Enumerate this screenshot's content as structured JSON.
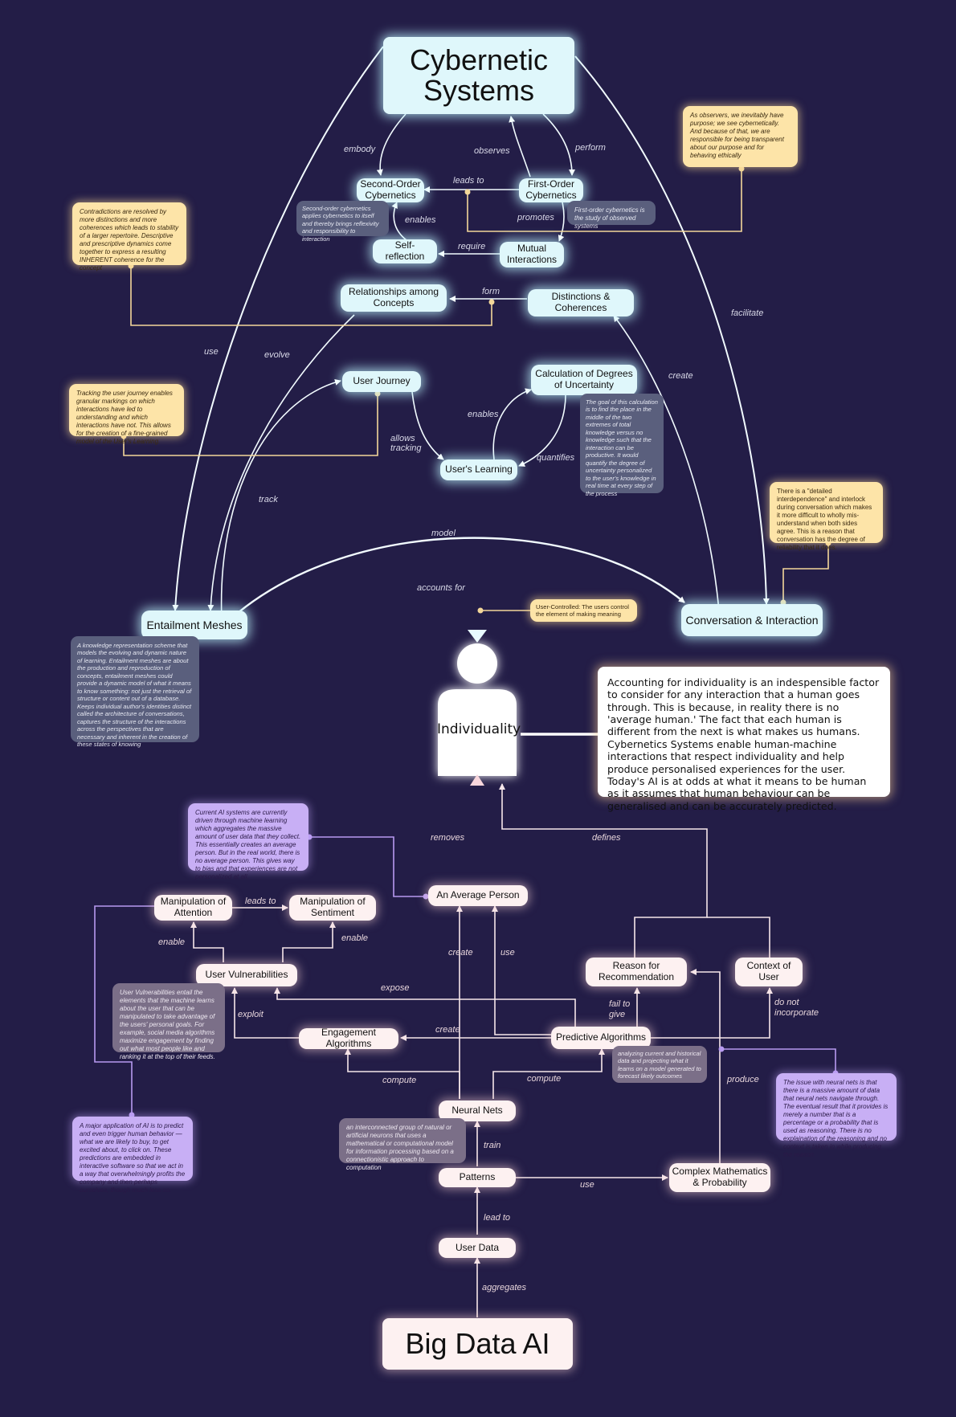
{
  "nodes": {
    "cybernetic_systems": "Cybernetic\nSystems",
    "second_order": "Second-Order\nCybernetics",
    "first_order": "First-Order\nCybernetics",
    "self_reflection": "Self-\nreflection",
    "mutual_interactions": "Mutual\nInteractions",
    "relationships": "Relationships among\nConcepts",
    "distinctions": "Distinctions &\nCoherences",
    "user_journey": "User Journey",
    "calculation": "Calculation of Degrees\nof Uncertainty",
    "users_learning": "User's Learning",
    "entailment_meshes": "Entailment Meshes",
    "conversation": "Conversation & Interaction",
    "individuality": "Individuality",
    "average_person": "An Average Person",
    "manip_attention": "Manipulation of\nAttention",
    "manip_sentiment": "Manipulation of\nSentiment",
    "user_vulnerabilities": "User Vulnerabilities",
    "reason_recommendation": "Reason for\nRecommendation",
    "context_user": "Context of\nUser",
    "engagement_algorithms": "Engagement Algorithms",
    "predictive_algorithms": "Predictive Algorithms",
    "neural_nets": "Neural Nets",
    "patterns": "Patterns",
    "complex_math": "Complex Mathematics\n& Probability",
    "user_data": "User Data",
    "big_data_ai": "Big Data AI"
  },
  "edge_labels": {
    "embody": "embody",
    "observes": "observes",
    "perform": "perform",
    "leads_to_top": "leads to",
    "promotes": "promotes",
    "enables_top": "enables",
    "require": "require",
    "form": "form",
    "facilitate": "facilitate",
    "use_top": "use",
    "evolve": "evolve",
    "create_top": "create",
    "enables_mid": "enables",
    "allows_tracking": "allows\ntracking",
    "quantifies": "quantifies",
    "track": "track",
    "model": "model",
    "accounts_for": "accounts for",
    "removes": "removes",
    "defines": "defines",
    "leads_to_bottom": "leads to",
    "enable_left": "enable",
    "enable_right": "enable",
    "create_mid": "create",
    "use_mid": "use",
    "expose": "expose",
    "exploit": "exploit",
    "create_bottom": "create",
    "fail_to_give": "fail to\ngive",
    "do_not_incorporate": "do not\nincorporate",
    "compute_left": "compute",
    "compute_right": "compute",
    "produce": "produce",
    "train": "train",
    "use_bottom": "use",
    "lead_to": "lead to",
    "aggregates": "aggregates"
  },
  "notes": {
    "observers": "As observers, we inevitably have purpose; we see cybernetically. And because of that, we are responsible for being transparent about our purpose and for behaving ethically",
    "first_order_def": "First-order cybernetics is the study of observed systems",
    "second_order_def": "Second-order cybernetics applies cybernetics to itself and thereby brings reflexivity and responsibility to interaction",
    "contradictions": "Contradictions are resolved by more distinctions and more coherences which leads to stability of a larger repertoire. Descriptive and prescriptive dynamics come together to express a resulting INHERENT coherence for the concept",
    "tracking": "Tracking the user journey enables granular markings on which interactions have led to understanding and which interactions have not. This allows for the creation of a fine-grained model of the User's Learning.",
    "calculation_goal": "The goal of this calculation is to find the place in the middle of the two extremes of total knowledge versus no knowledge such that the interaction can be productive. It would quantify the degree of uncertainty personalized to the user's knowledge in real time at every step of the process",
    "interdependence": "There is a \"detailed interdependence\" and interlock during conversation which makes it more difficult to wholly mis-understand when both sides agree. This is a reason that conversation has the degree of reliability that it does.",
    "user_controlled": "User-Controlled: The users control the element of making meaning",
    "entailment_def": "A knowledge representation scheme that models the evolving and dynamic nature of learning. Entailment meshes are about the production and reproduction of concepts, entailment meshes could provide a dynamic model of what it means to know something: not just the retrieval of structure or content out of a database. Keeps individual author's identities distinct called the architecture of conversations, captures the structure of the interactions across the perspectives that are necessary and inherent in the creation of these states of knowing",
    "individuality": "Accounting for individuality is an indespensible factor to consider for any interaction that a human goes through. This is because, in reality there is no 'average human.' The fact that each human is different from the next is what makes us humans. Cybernetics Systems enable human-machine interactions that respect individuality and help produce personalised experiences for the user. Today's AI is at odds at what it means to be human as it assumes that human behaviour can be generalised and can be accurately predicted.",
    "current_ai": "Current AI systems are currently driven through machine learning which aggregates the massive amount of user data that they collect. This essentially creates an average person. But in the real world, there is no average person. This gives way to bias and that experiences are not personalized at all.",
    "vulnerabilities_def": "User Vulnerabilities entail the elements that the machine learns about the user that can be manipulated to take advantage of the users' personal goals. For example, social media algorithms maximize engagement by finding out what most people like and ranking it at the top of their feeds.",
    "predictive_def": "analyzing current and historical data and projecting what it learns on a model generated to forecast likely outcomes",
    "neural_def": "an interconnected group of natural or artificial neurons that uses a mathematical or computational model for information processing based on a connectionistic approach to computation",
    "major_application": "A major application of AI is to predict and even trigger human behavior — what we are likely to buy, to get excited about, to click on. These predictions are embedded in interactive software so that we act in a way that overwhelmingly profits the company and then perhaps ourselves, though much less so.",
    "neural_issue": "The issue with neural nets is that there is a massive amount of data that neural nets navigate through. The eventual result that it provides is merely a number that is a percentage or a probability that is used as reasoning. There is no explaination of the reasoning and no context is taken in while producing the reason."
  },
  "colors": {
    "background": "#231d47",
    "cybernetic_node": "#dff7fb",
    "bigdata_node": "#fdf1f1",
    "yellow_note": "#fde4a8",
    "purple_note": "#c8aff5",
    "slate_note": "#5a5f7d"
  }
}
